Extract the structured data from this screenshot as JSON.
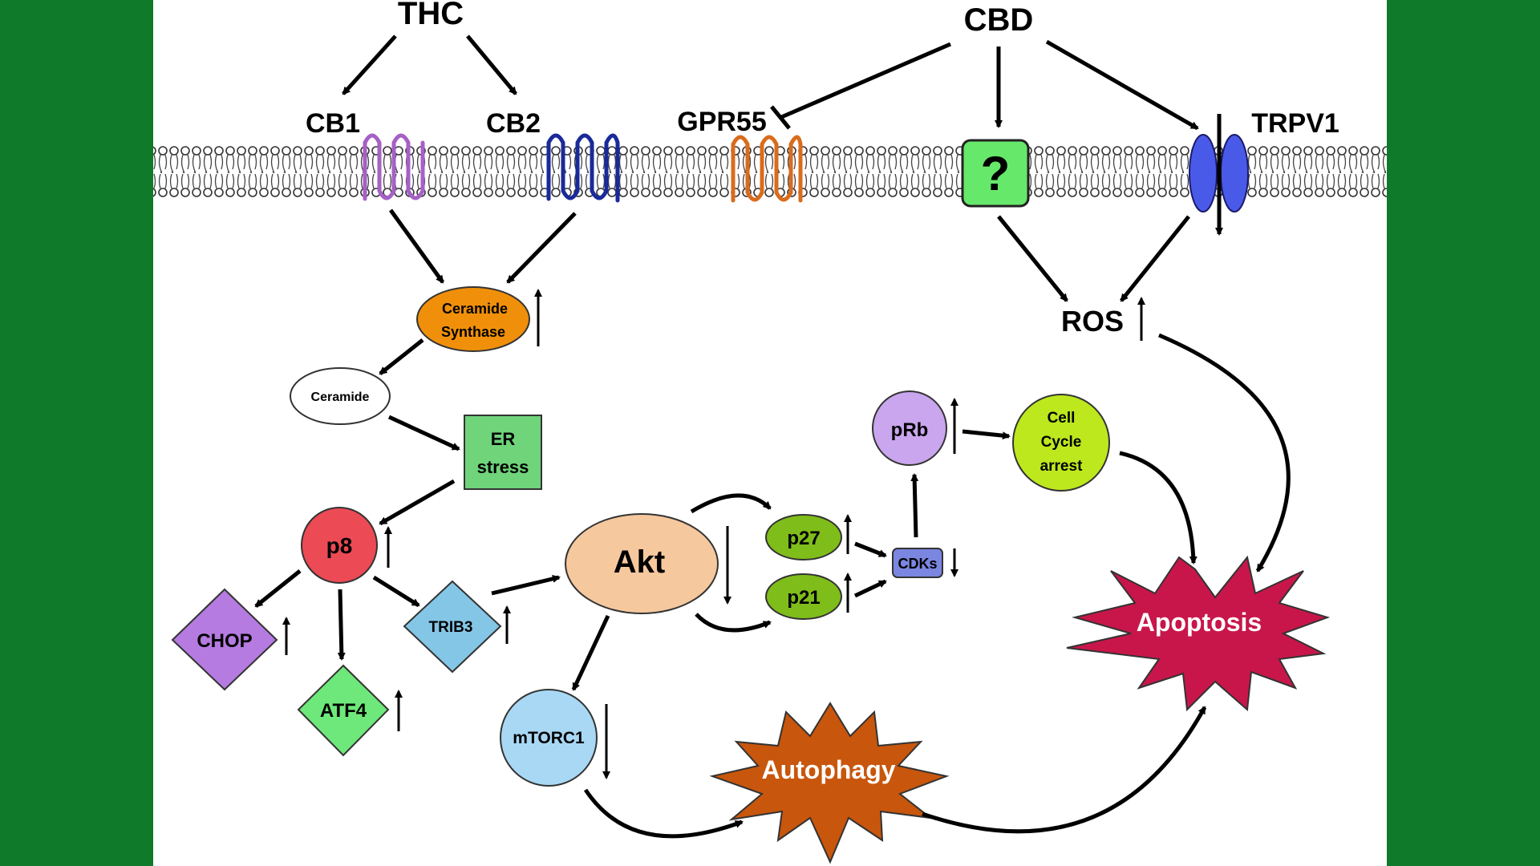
{
  "colors": {
    "frame": "#0f7a2a",
    "cb1": "#a660c6",
    "cb2": "#1a2a9a",
    "gpr55": "#d96c1c",
    "unknown": "#66e86a",
    "trpv1": "#4a5ae8",
    "ceramide_synthase": "#f0900a",
    "er_stress": "#6fd47a",
    "p8": "#ec4a55",
    "chop": "#b57be0",
    "atf4": "#6ee87a",
    "trib3": "#84c6e6",
    "akt": "#f6c89e",
    "p27_p21": "#7fbd1a",
    "cdks": "#7a86e0",
    "prb": "#c9a6ee",
    "cell_cycle": "#bde81e",
    "mtorc1": "#a8d8f4",
    "autophagy": "#c8560c",
    "apoptosis": "#c8164a"
  },
  "labels": {
    "thc": "THC",
    "cbd": "CBD",
    "cb1": "CB1",
    "cb2": "CB2",
    "gpr55": "GPR55",
    "unknown_receptor": "?",
    "trpv1": "TRPV1",
    "ceramide_synthase_line1": "Ceramide",
    "ceramide_synthase_line2": "Synthase",
    "ceramide": "Ceramide",
    "er_stress_line1": "ER",
    "er_stress_line2": "stress",
    "p8": "p8",
    "chop": "CHOP",
    "atf4": "ATF4",
    "trib3": "TRIB3",
    "akt": "Akt",
    "p27": "p27",
    "p21": "p21",
    "cdks": "CDKs",
    "prb": "pRb",
    "cell_cycle_line1": "Cell",
    "cell_cycle_line2": "Cycle",
    "cell_cycle_line3": "arrest",
    "mtorc1": "mTORC1",
    "ros": "ROS",
    "autophagy": "Autophagy",
    "apoptosis": "Apoptosis"
  }
}
